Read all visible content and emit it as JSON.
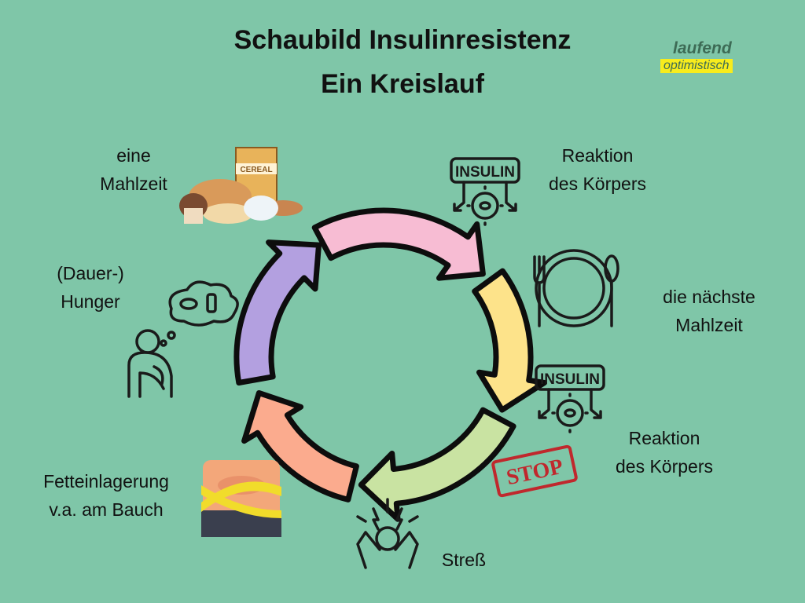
{
  "title": {
    "line1": "Schaubild Insulinresistenz",
    "line2": "Ein Kreislauf"
  },
  "logo": {
    "line1": "laufend",
    "line2": "optimistisch"
  },
  "labels": {
    "meal": [
      "eine",
      "Mahlzeit"
    ],
    "reaction1": [
      "Reaktion",
      "des Körpers"
    ],
    "next_meal": [
      "die nächste",
      "Mahlzeit"
    ],
    "reaction2": [
      "Reaktion",
      "des Körpers"
    ],
    "stress": "Streß",
    "fat": [
      "Fetteinlagerung",
      "v.a. am Bauch"
    ],
    "hunger": [
      "(Dauer-)",
      "Hunger"
    ]
  },
  "icons": {
    "insulin_text": "INSULIN",
    "stop_text": "STOP",
    "cereal_text": "CEREAL"
  },
  "cycle_colors": [
    "#f7bcd3",
    "#fde38a",
    "#c9e3a2",
    "#fbab8e",
    "#b3a0e0"
  ]
}
